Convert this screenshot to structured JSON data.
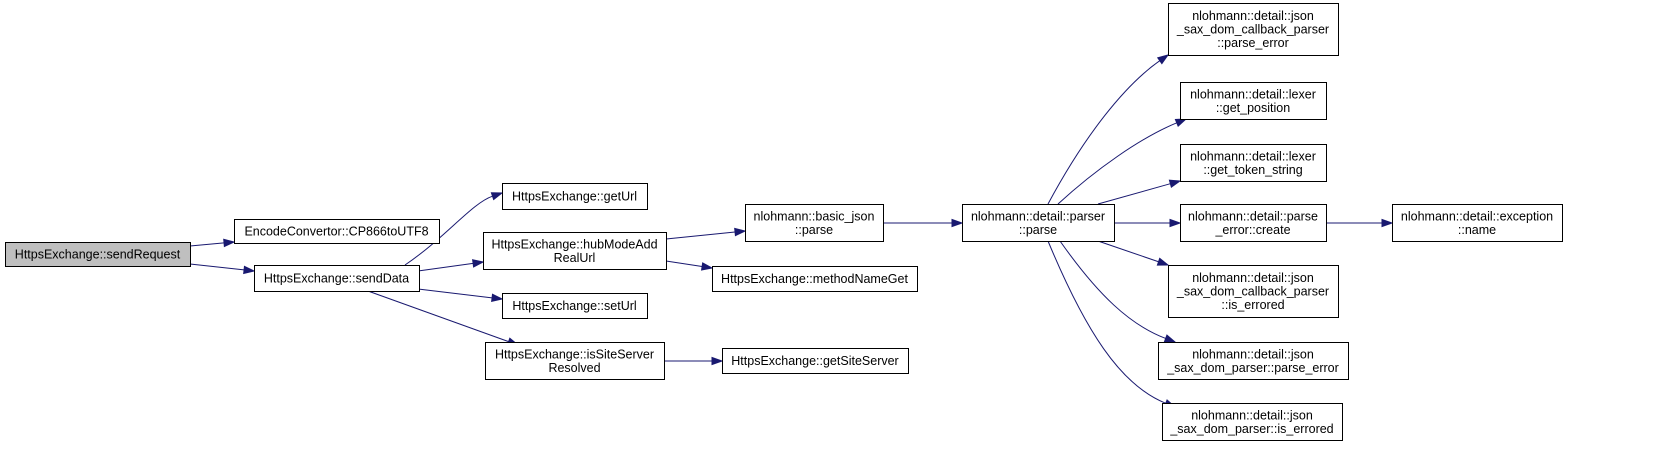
{
  "diagram": {
    "nodes": [
      {
        "id": "sendRequest",
        "lines": [
          "HttpsExchange::sendRequest"
        ],
        "highlighted": true
      },
      {
        "id": "cp866",
        "lines": [
          "EncodeConvertor::CP866toUTF8"
        ],
        "highlighted": false
      },
      {
        "id": "sendData",
        "lines": [
          "HttpsExchange::sendData"
        ],
        "highlighted": false
      },
      {
        "id": "getUrl",
        "lines": [
          "HttpsExchange::getUrl"
        ],
        "highlighted": false
      },
      {
        "id": "hubMode",
        "lines": [
          "HttpsExchange::hubModeAdd",
          "RealUrl"
        ],
        "highlighted": false
      },
      {
        "id": "setUrl",
        "lines": [
          "HttpsExchange::setUrl"
        ],
        "highlighted": false
      },
      {
        "id": "isSite",
        "lines": [
          "HttpsExchange::isSiteServer",
          "Resolved"
        ],
        "highlighted": false
      },
      {
        "id": "bjparse",
        "lines": [
          "nlohmann::basic_json",
          "::parse"
        ],
        "highlighted": false
      },
      {
        "id": "methodName",
        "lines": [
          "HttpsExchange::methodNameGet"
        ],
        "highlighted": false
      },
      {
        "id": "getSite",
        "lines": [
          "HttpsExchange::getSiteServer"
        ],
        "highlighted": false
      },
      {
        "id": "pparse",
        "lines": [
          "nlohmann::detail::parser",
          "::parse"
        ],
        "highlighted": false
      },
      {
        "id": "cbParseErr",
        "lines": [
          "nlohmann::detail::json",
          "_sax_dom_callback_parser",
          "::parse_error"
        ],
        "highlighted": false
      },
      {
        "id": "getPos",
        "lines": [
          "nlohmann::detail::lexer",
          "::get_position"
        ],
        "highlighted": false
      },
      {
        "id": "getTok",
        "lines": [
          "nlohmann::detail::lexer",
          "::get_token_string"
        ],
        "highlighted": false
      },
      {
        "id": "peCreate",
        "lines": [
          "nlohmann::detail::parse",
          "_error::create"
        ],
        "highlighted": false
      },
      {
        "id": "exName",
        "lines": [
          "nlohmann::detail::exception",
          "::name"
        ],
        "highlighted": false
      },
      {
        "id": "cbIsErr",
        "lines": [
          "nlohmann::detail::json",
          "_sax_dom_callback_parser",
          "::is_errored"
        ],
        "highlighted": false
      },
      {
        "id": "domParseErr",
        "lines": [
          "nlohmann::detail::json",
          "_sax_dom_parser::parse_error"
        ],
        "highlighted": false
      },
      {
        "id": "domIsErr",
        "lines": [
          "nlohmann::detail::json",
          "_sax_dom_parser::is_errored"
        ],
        "highlighted": false
      }
    ],
    "edges": [
      {
        "from": "sendRequest",
        "to": "cp866"
      },
      {
        "from": "sendRequest",
        "to": "sendData"
      },
      {
        "from": "sendData",
        "to": "getUrl"
      },
      {
        "from": "sendData",
        "to": "hubMode"
      },
      {
        "from": "sendData",
        "to": "setUrl"
      },
      {
        "from": "sendData",
        "to": "isSite"
      },
      {
        "from": "hubMode",
        "to": "bjparse"
      },
      {
        "from": "hubMode",
        "to": "methodName"
      },
      {
        "from": "isSite",
        "to": "getSite"
      },
      {
        "from": "bjparse",
        "to": "pparse"
      },
      {
        "from": "pparse",
        "to": "cbParseErr"
      },
      {
        "from": "pparse",
        "to": "getPos"
      },
      {
        "from": "pparse",
        "to": "getTok"
      },
      {
        "from": "pparse",
        "to": "peCreate"
      },
      {
        "from": "pparse",
        "to": "cbIsErr"
      },
      {
        "from": "pparse",
        "to": "domParseErr"
      },
      {
        "from": "pparse",
        "to": "domIsErr"
      },
      {
        "from": "peCreate",
        "to": "exName"
      }
    ],
    "colors": {
      "highlight_fill": "#bfbfbf",
      "node_fill": "#ffffff",
      "node_border": "#000000",
      "edge": "#191970"
    }
  }
}
